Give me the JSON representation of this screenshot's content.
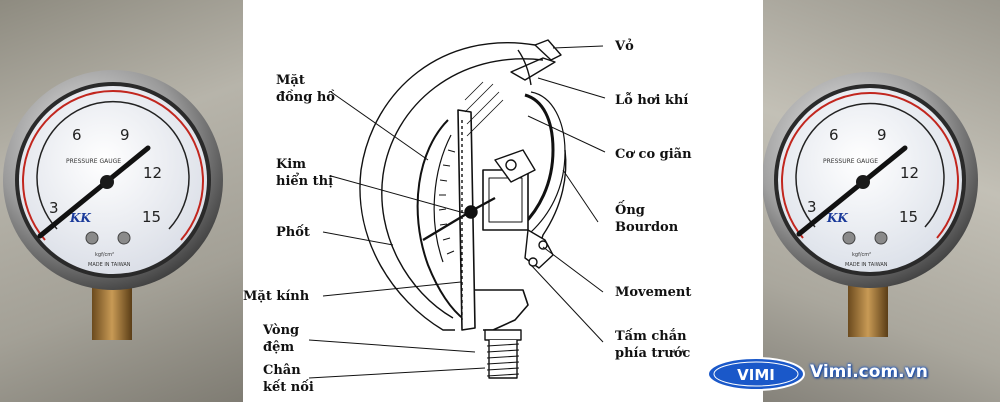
{
  "photo_gauge": {
    "dial_title": "PRESSURE GAUGE",
    "scale_numbers": [
      "3",
      "6",
      "9",
      "12",
      "15"
    ],
    "brand": "KK",
    "unit": "kgf/cm²",
    "made_in": "MADE IN TAIWAN"
  },
  "labels": {
    "mat_dong_ho": "Mặt\nđồng hồ",
    "kim_hien_thi": "Kim\nhiển thị",
    "phot": "Phốt",
    "mat_kinh": "Mặt kính",
    "vong_dem": "Vòng\nđệm",
    "chan_ket_noi": "Chân\nkết nối",
    "vo": "Vỏ",
    "lo_hoi_khi": "Lỗ hơi khí",
    "co_co_gian": "Cơ co giãn",
    "ong_bourdon": "Ống\nBourdon",
    "movement": "Movement",
    "tam_chan": "Tấm chắn\nphía trước"
  },
  "watermark": {
    "brand": "VIMI",
    "site": "Vimi.com.vn"
  },
  "colors": {
    "scale_red": "#c2261e",
    "watermark_blue": "#1a58c9"
  }
}
